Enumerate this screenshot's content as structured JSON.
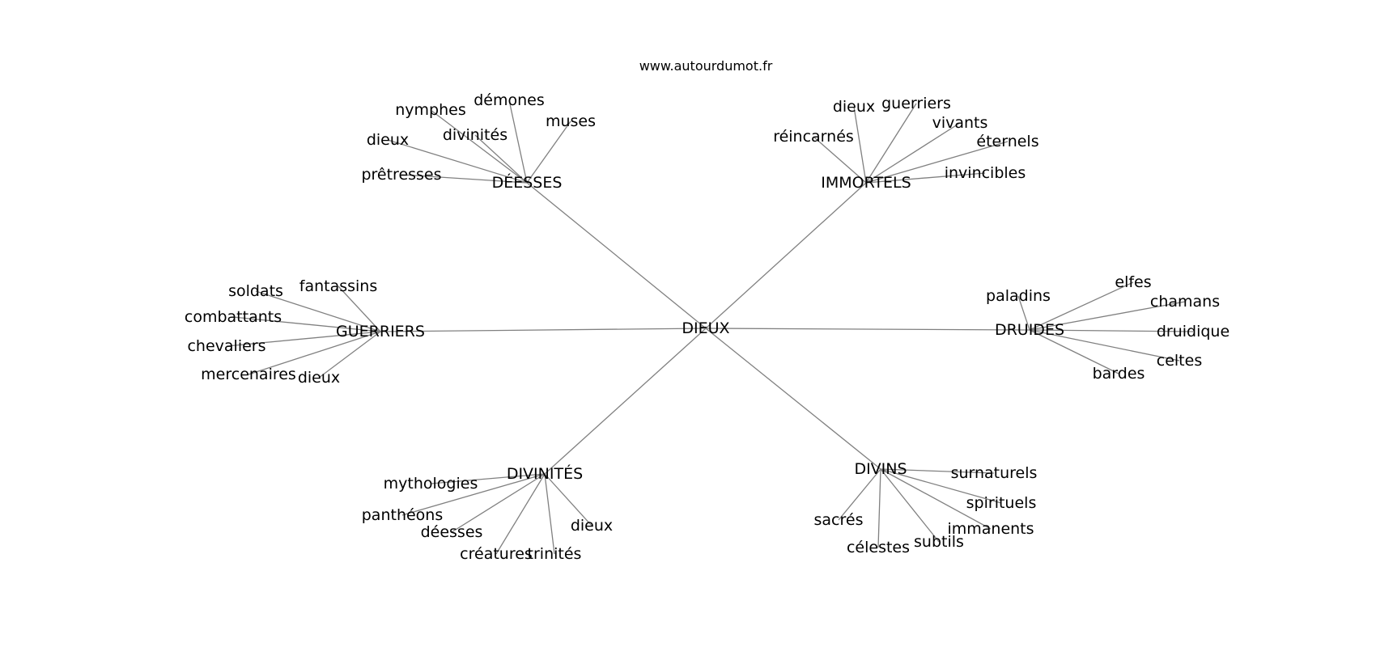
{
  "site_label": "www.autourdumot.fr",
  "root": {
    "label": "DIEUX"
  },
  "clusters": [
    {
      "label": "DÉESSES",
      "words": [
        {
          "label": "démones"
        },
        {
          "label": "nymphes"
        },
        {
          "label": "muses"
        },
        {
          "label": "divinités"
        },
        {
          "label": "dieux"
        },
        {
          "label": "prêtresses"
        }
      ]
    },
    {
      "label": "IMMORTELS",
      "words": [
        {
          "label": "dieux"
        },
        {
          "label": "guerriers"
        },
        {
          "label": "vivants"
        },
        {
          "label": "réincarnés"
        },
        {
          "label": "éternels"
        },
        {
          "label": "invincibles"
        }
      ]
    },
    {
      "label": "GUERRIERS",
      "words": [
        {
          "label": "fantassins"
        },
        {
          "label": "soldats"
        },
        {
          "label": "combattants"
        },
        {
          "label": "chevaliers"
        },
        {
          "label": "mercenaires"
        },
        {
          "label": "dieux"
        }
      ]
    },
    {
      "label": "DRUIDES",
      "words": [
        {
          "label": "elfes"
        },
        {
          "label": "paladins"
        },
        {
          "label": "chamans"
        },
        {
          "label": "druidique"
        },
        {
          "label": "celtes"
        },
        {
          "label": "bardes"
        }
      ]
    },
    {
      "label": "DIVINITÉS",
      "words": [
        {
          "label": "mythologies"
        },
        {
          "label": "panthéons"
        },
        {
          "label": "déesses"
        },
        {
          "label": "créatures"
        },
        {
          "label": "trinités"
        },
        {
          "label": "dieux"
        }
      ]
    },
    {
      "label": "DIVINS",
      "words": [
        {
          "label": "surnaturels"
        },
        {
          "label": "spirituels"
        },
        {
          "label": "immanents"
        },
        {
          "label": "subtils"
        },
        {
          "label": "célestes"
        },
        {
          "label": "sacrés"
        }
      ]
    }
  ]
}
